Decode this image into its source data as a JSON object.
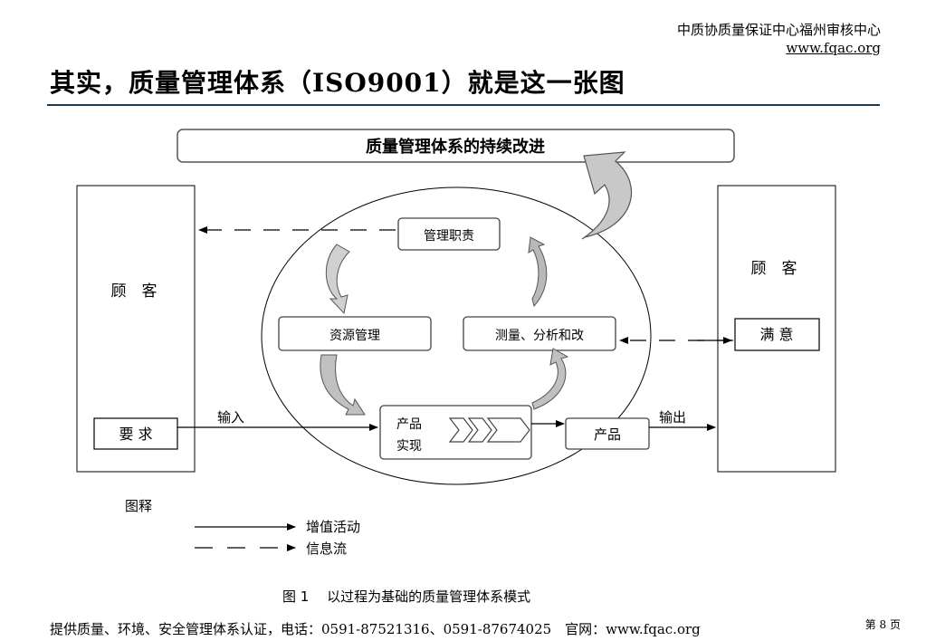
{
  "header": {
    "org_name": "中质协质量保证中心福州审核中心",
    "org_url": "www.fqac.org"
  },
  "title": "其实，质量管理体系（ISO9001）就是这一张图",
  "diagram": {
    "top_banner": "质量管理体系的持续改进",
    "left_party": "顾　客",
    "right_party": "顾　客",
    "requirements": "要 求",
    "satisfaction": "满 意",
    "process_management": "管理职责",
    "process_resources": "资源管理",
    "process_measurement": "测量、分析和改",
    "process_realization_line1": "产品",
    "process_realization_line2": "实现",
    "product": "产品",
    "input_label": "输入",
    "output_label": "输出",
    "legend_title": "图释",
    "legend_value_added": "增值活动",
    "legend_info_flow": "信息流",
    "caption": "图 1　 以过程为基础的质量管理体系模式"
  },
  "footer": {
    "contact": "提供质量、环境、安全管理体系认证，电话：0591-87521316、0591-87674025　官网：www.fqac.org",
    "page": "第 8 页"
  }
}
